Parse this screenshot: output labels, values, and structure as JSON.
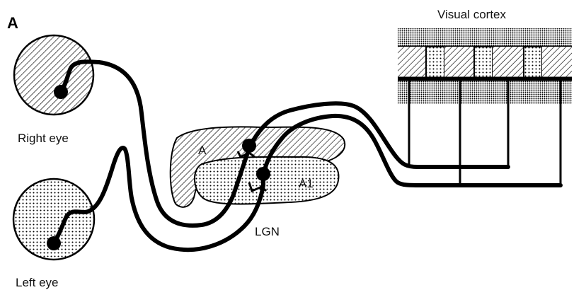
{
  "figure": {
    "panel_letter": "A",
    "labels": {
      "right_eye": "Right eye",
      "left_eye": "Left eye",
      "lgn": "LGN",
      "layer_a": "A",
      "layer_a1": "A1",
      "visual_cortex": "Visual cortex"
    }
  },
  "colors": {
    "ink": "#000000",
    "background": "#ffffff"
  }
}
